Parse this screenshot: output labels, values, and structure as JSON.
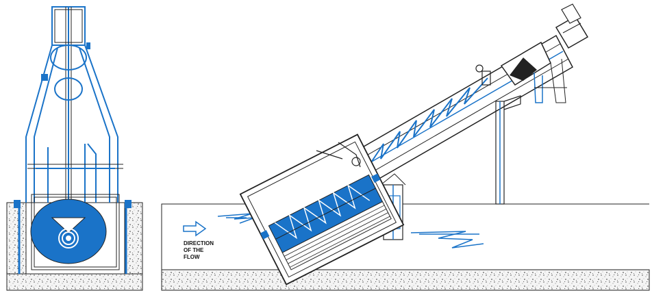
{
  "flow_label": {
    "lines": [
      "DIRECTION",
      "OF THE",
      "FLOW"
    ]
  },
  "colors": {
    "accent": "#1a73c8",
    "line": "#222222",
    "concrete": "#f2f2f2"
  },
  "icons": [
    "flow-direction-arrow-icon",
    "motor-icon",
    "screw-conveyor-icon",
    "rotating-drum-icon"
  ]
}
